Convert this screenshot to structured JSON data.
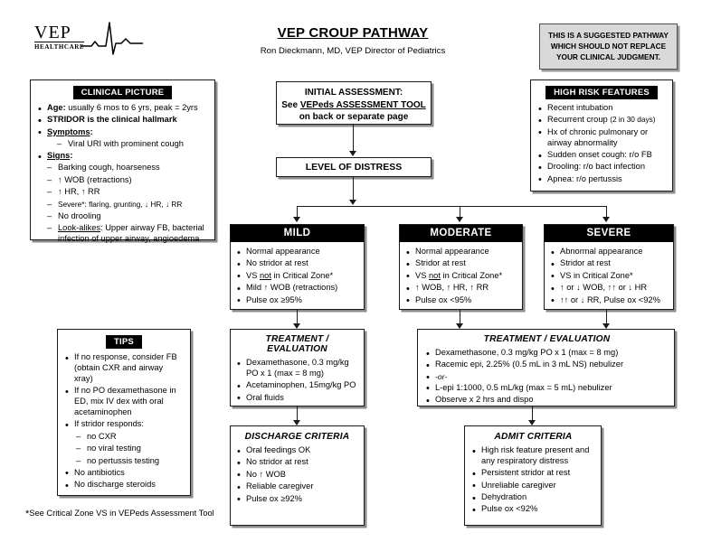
{
  "header": {
    "logo_word": "VEP",
    "logo_sub": "HEALTHCARE",
    "logo_icon": "ecg-waveform",
    "title": "VEP CROUP PATHWAY",
    "byline": "Ron Dieckmann, MD, VEP Director of Pediatrics",
    "disclaimer": [
      "THIS IS A SUGGESTED PATHWAY",
      "WHICH SHOULD NOT REPLACE",
      "YOUR CLINICAL JUDGMENT."
    ]
  },
  "clinical_picture": {
    "heading": "CLINICAL PICTURE",
    "age_label": "Age:",
    "age_text": " usually 6 mos to 6 yrs, peak = 2yrs",
    "hallmark": "STRIDOR is the clinical hallmark",
    "symptoms_label": "Symptoms",
    "symptoms": [
      "Viral URI with prominent cough"
    ],
    "signs_label": "Signs",
    "signs": [
      "Barking cough, hoarseness",
      "↑ WOB (retractions)",
      "↑ HR, ↑ RR"
    ],
    "severe_label": "Severe*:",
    "severe_text": " flaring, grunting, ↓ HR, ↓ RR",
    "no_drooling": "No drooling",
    "lookalikes_label": "Look-alikes",
    "lookalikes_text": ":  Upper airway FB, bacterial infection of upper airway, angioedema"
  },
  "high_risk": {
    "heading": "HIGH RISK FEATURES",
    "items": [
      {
        "text": "Recent intubation",
        "note": ""
      },
      {
        "text": "Recurrent croup ",
        "note": "(2 in 30 days)"
      },
      {
        "text": "Hx of chronic pulmonary or airway abnormality",
        "note": ""
      },
      {
        "text": "Sudden onset cough: r/o FB",
        "note": ""
      },
      {
        "text": "Drooling: r/o bact infection",
        "note": ""
      },
      {
        "text": "Apnea: r/o pertussis",
        "note": ""
      }
    ]
  },
  "initial_assessment": {
    "line1": "INITIAL ASSESSMENT:",
    "line2_pre": "See ",
    "line2_underlined": "VEPeds ASSESSMENT TOOL",
    "line3": "on back or separate page"
  },
  "level_of_distress": {
    "label": "LEVEL OF DISTRESS"
  },
  "severity": {
    "mild": {
      "heading": "MILD",
      "items": [
        "Normal appearance",
        "No stridor at rest",
        "VS not in Critical Zone*",
        "Mild ↑ WOB (retractions)",
        "Pulse ox  ≥95%"
      ]
    },
    "moderate": {
      "heading": "MODERATE",
      "items": [
        "Normal appearance",
        "Stridor at rest",
        "VS not in Critical Zone*",
        "↑ WOB, ↑ HR, ↑ RR",
        "Pulse ox  <95%"
      ]
    },
    "severe": {
      "heading": "SEVERE",
      "items": [
        " Abnormal appearance",
        "Stridor at rest",
        "VS in Critical Zone*",
        "↑ or ↓ WOB, ↑↑ or ↓ HR",
        "↑↑ or ↓ RR, Pulse ox  <92%"
      ]
    }
  },
  "treatment_mild": {
    "heading": "TREATMENT / EVALUATION",
    "items": [
      "Dexamethasone, 0.3 mg/kg PO x 1 (max = 8 mg)",
      "Acetaminophen, 15mg/kg PO",
      "Oral fluids"
    ]
  },
  "treatment_modsev": {
    "heading": "TREATMENT / EVALUATION",
    "items": [
      "Dexamethasone, 0.3 mg/kg PO x 1 (max = 8 mg)",
      "Racemic epi, 2.25% (0.5 mL in 3 mL NS) nebulizer",
      "L-epi 1:1000, 0.5 mL/kg (max = 5 mL) nebulizer",
      "Observe x 2 hrs and dispo"
    ],
    "or_separator": "-or-"
  },
  "discharge": {
    "heading": "DISCHARGE CRITERIA",
    "items": [
      "Oral feedings OK",
      "No stridor at rest",
      "No ↑ WOB",
      "Reliable caregiver",
      "Pulse ox  ≥92%"
    ]
  },
  "admit": {
    "heading": "ADMIT CRITERIA",
    "items": [
      "High risk feature present and any respiratory distress",
      "Persistent stridor at rest",
      "Unreliable caregiver",
      "Dehydration",
      "Pulse ox  <92%"
    ]
  },
  "tips": {
    "heading": "TIPS",
    "items": [
      "If no response, consider FB (obtain CXR and airway xray)",
      "If no PO dexamethasone in ED, mix IV dex with oral acetaminophen",
      "If stridor responds:",
      "No antibiotics",
      "No discharge steroids"
    ],
    "subitems": [
      "no CXR",
      "no viral testing",
      "no pertussis testing"
    ]
  },
  "footnote": {
    "star": "*",
    "text": "See Critical Zone VS in VEPeds Assessment Tool"
  }
}
